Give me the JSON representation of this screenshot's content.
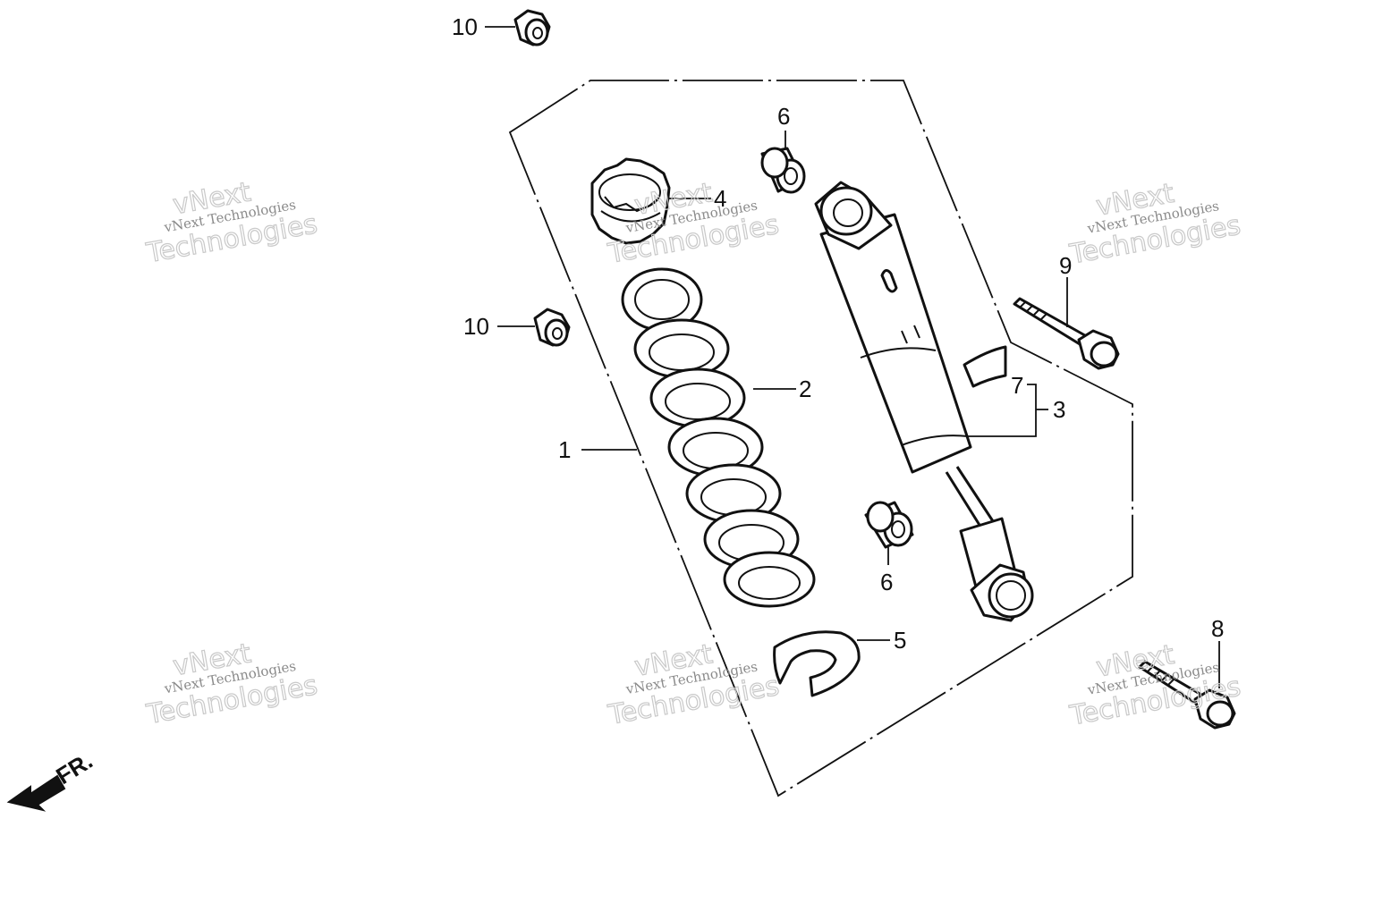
{
  "diagram": {
    "callouts": [
      {
        "id": "p10a",
        "label": "10"
      },
      {
        "id": "p6a",
        "label": "6"
      },
      {
        "id": "p4",
        "label": "4"
      },
      {
        "id": "p9",
        "label": "9"
      },
      {
        "id": "p10b",
        "label": "10"
      },
      {
        "id": "p2",
        "label": "2"
      },
      {
        "id": "p7",
        "label": "7"
      },
      {
        "id": "p3",
        "label": "3"
      },
      {
        "id": "p1",
        "label": "1"
      },
      {
        "id": "p6b",
        "label": "6"
      },
      {
        "id": "p5",
        "label": "5"
      },
      {
        "id": "p8",
        "label": "8"
      }
    ],
    "direction_label": "FR.",
    "watermark": {
      "line1": "vNext",
      "line2": "vNext Technologies",
      "line3": "Technologies"
    }
  }
}
